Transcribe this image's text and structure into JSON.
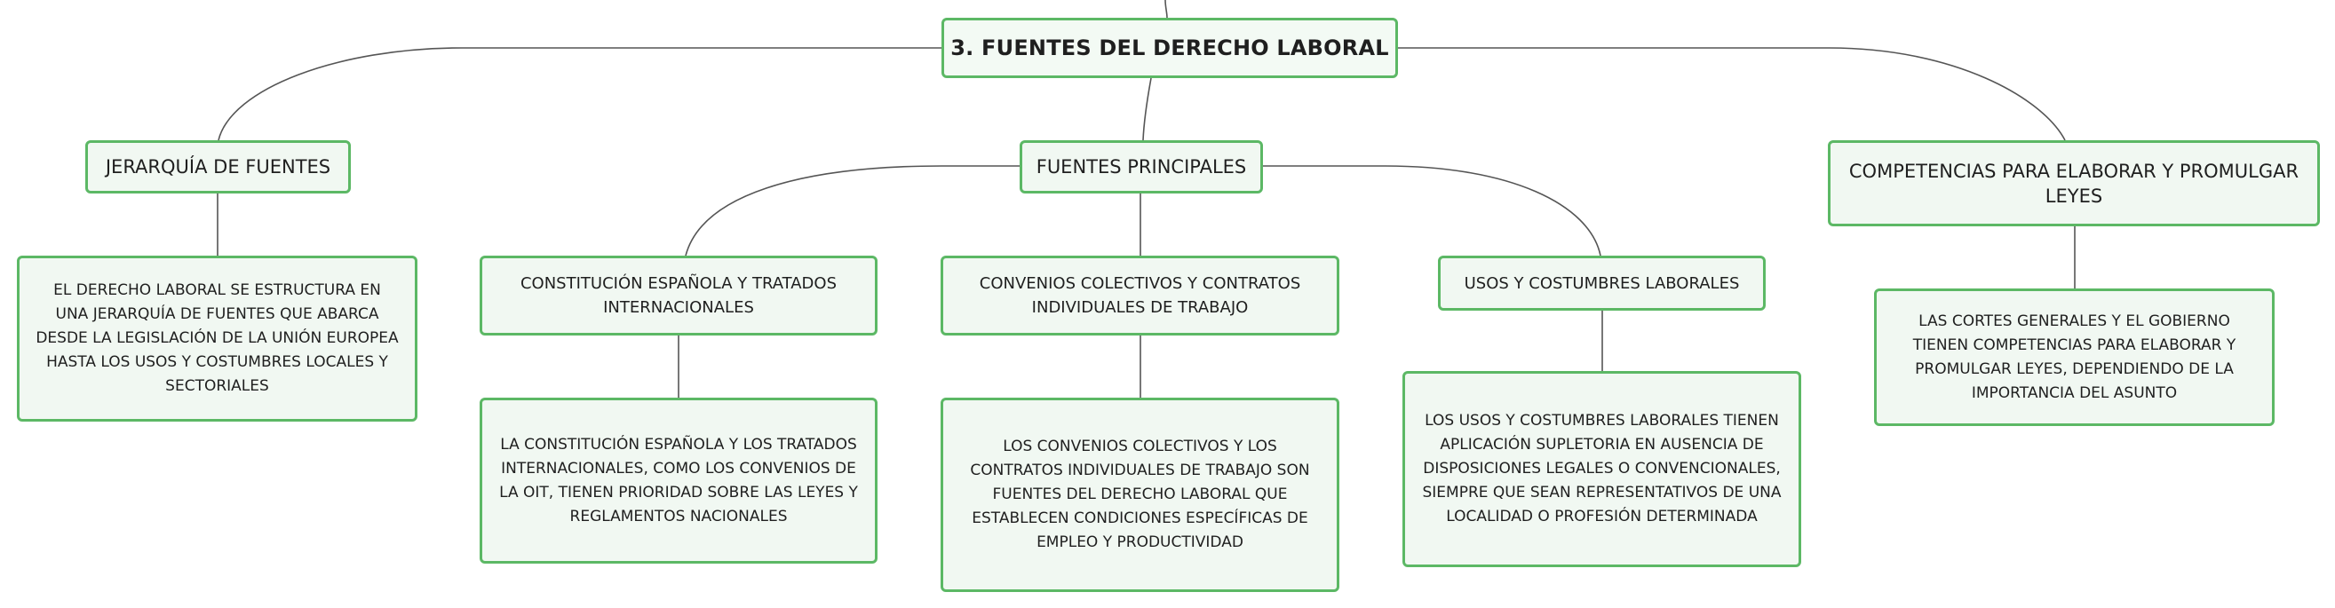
{
  "diagram": {
    "root": "3. FUENTES DEL DERECHO LABORAL",
    "branches": {
      "jerarquia": {
        "title": "JERARQUÍA DE FUENTES",
        "detail": "EL DERECHO LABORAL SE ESTRUCTURA EN UNA JERARQUÍA DE FUENTES QUE ABARCA DESDE LA LEGISLACIÓN DE LA UNIÓN EUROPEA HASTA LOS USOS Y COSTUMBRES LOCALES Y SECTORIALES"
      },
      "principales": {
        "title": "FUENTES PRINCIPALES",
        "constitucion": {
          "title": "CONSTITUCIÓN ESPAÑOLA Y TRATADOS INTERNACIONALES",
          "detail": "LA CONSTITUCIÓN ESPAÑOLA Y LOS TRATADOS INTERNACIONALES, COMO LOS CONVENIOS DE LA OIT, TIENEN PRIORIDAD SOBRE LAS LEYES Y REGLAMENTOS NACIONALES"
        },
        "convenios": {
          "title": "CONVENIOS COLECTIVOS Y CONTRATOS INDIVIDUALES DE TRABAJO",
          "detail": "LOS CONVENIOS COLECTIVOS Y LOS CONTRATOS INDIVIDUALES DE TRABAJO SON FUENTES DEL DERECHO LABORAL QUE ESTABLECEN CONDICIONES ESPECÍFICAS DE EMPLEO Y PRODUCTIVIDAD"
        },
        "usos": {
          "title": "USOS Y COSTUMBRES LABORALES",
          "detail": "LOS USOS Y COSTUMBRES LABORALES TIENEN APLICACIÓN SUPLETORIA EN AUSENCIA DE DISPOSICIONES LEGALES O CONVENCIONALES, SIEMPRE QUE SEAN REPRESENTATIVOS DE UNA LOCALIDAD O PROFESIÓN DETERMINADA"
        }
      },
      "competencias": {
        "title": "COMPETENCIAS PARA ELABORAR Y PROMULGAR LEYES",
        "detail": "LAS CORTES GENERALES Y EL GOBIERNO TIENEN COMPETENCIAS PARA ELABORAR Y PROMULGAR LEYES, DEPENDIENDO DE LA IMPORTANCIA DEL ASUNTO"
      }
    },
    "colors": {
      "node_border": "#5cb865",
      "node_fill": "#f1f8f2",
      "connector": "#555555",
      "text": "#1f1f1f"
    }
  }
}
